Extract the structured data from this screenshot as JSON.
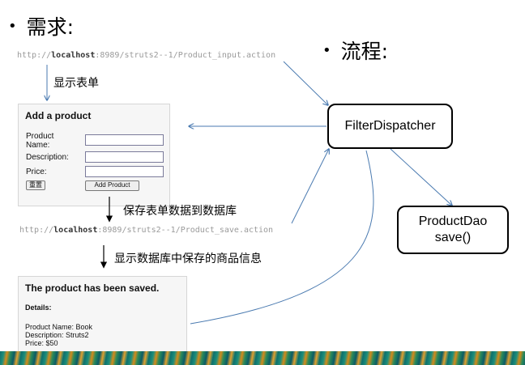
{
  "headings": {
    "requirements": "需求:",
    "flow": "流程:",
    "bullet": "•"
  },
  "urls": {
    "input": {
      "prefix": "http://",
      "host": "localhost",
      "rest": ":8989/struts2--1/Product_input.action"
    },
    "save": {
      "prefix": "http://",
      "host": "localhost",
      "rest": ":8989/struts2--1/Product_save.action"
    }
  },
  "captions": {
    "show_form": "显示表单",
    "save_to_db": "保存表单数据到数据库",
    "show_saved": "显示数据库中保存的商品信息"
  },
  "form": {
    "title": "Add a product",
    "product_name_label": "Product Name:",
    "description_label": "Description:",
    "price_label": "Price:",
    "reset_button": "重置",
    "submit_button": "Add Product"
  },
  "saved": {
    "title": "The product has been saved.",
    "details_label": "Details:",
    "product_name": "Product Name: Book",
    "description": "Description: Struts2",
    "price": "Price: $50"
  },
  "nodes": {
    "filter_dispatcher": "FilterDispatcher",
    "product_dao_line1": "ProductDao",
    "product_dao_line2": "save()"
  },
  "colors": {
    "connector": "#4a7ab0",
    "arrow_black": "#000000"
  }
}
